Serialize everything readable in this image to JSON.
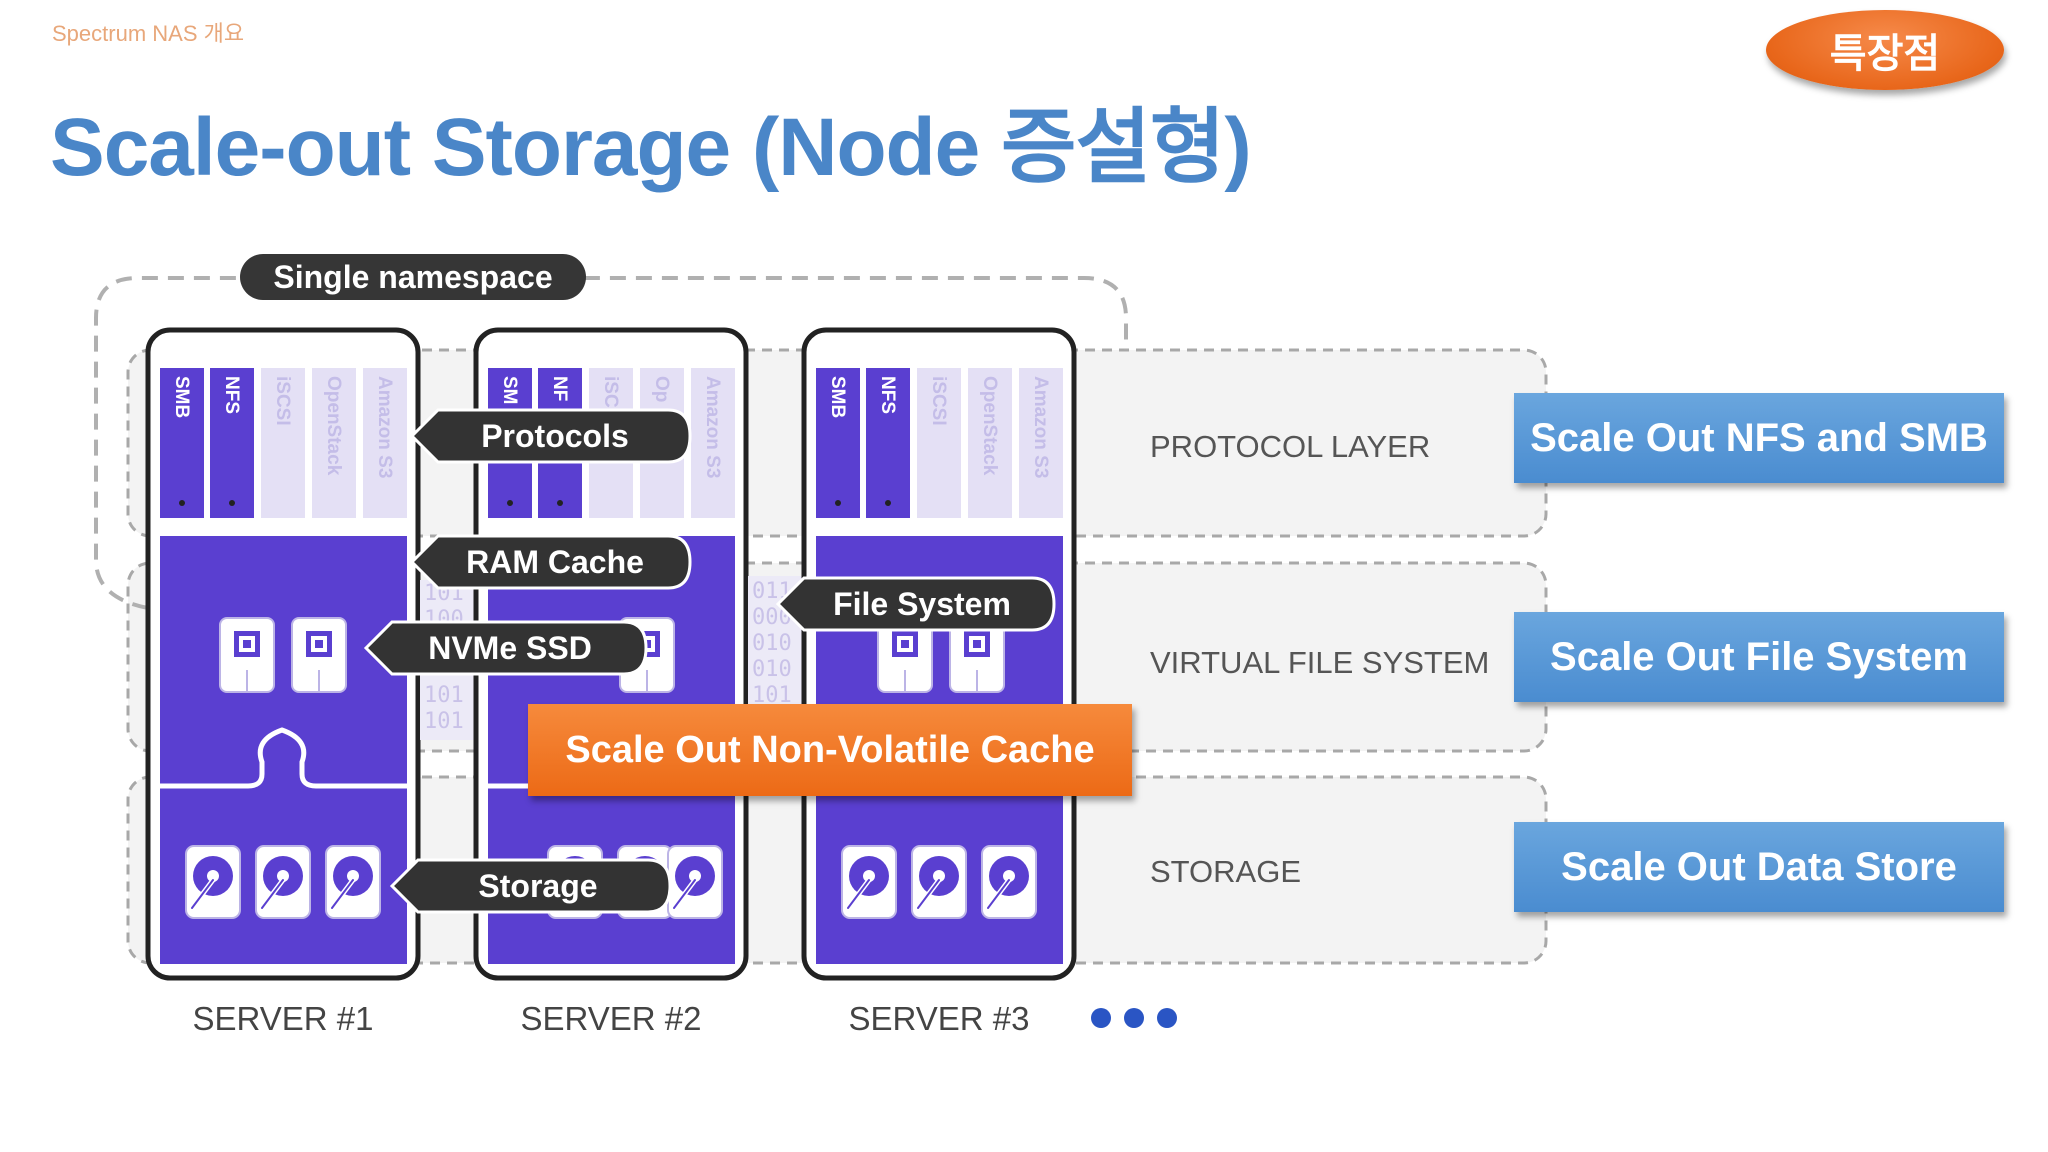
{
  "header": {
    "subtitle": "Spectrum NAS 개요",
    "title": "Scale-out Storage (Node 증설형)",
    "badge": "특장점"
  },
  "diagram": {
    "namespace_label": "Single namespace",
    "protocols": [
      "SMB",
      "NFS",
      "iSCSI",
      "OpenStack",
      "Amazon S3"
    ],
    "server2_protocols": [
      "SM",
      "NF",
      "iSC",
      "Op",
      "Amazon S3"
    ],
    "callouts": {
      "protocols": "Protocols",
      "ram_cache": "RAM Cache",
      "nvme_ssd": "NVMe SSD",
      "file_system": "File System",
      "storage": "Storage"
    },
    "binary_left": [
      "101",
      "100",
      "101",
      "101"
    ],
    "binary_right": [
      "011",
      "000",
      "010",
      "010",
      "101"
    ],
    "layers": {
      "protocol": "PROTOCOL LAYER",
      "vfs": "VIRTUAL FILE SYSTEM",
      "storage": "STORAGE"
    },
    "servers": [
      "SERVER #1",
      "SERVER #2",
      "SERVER #3"
    ],
    "highlight": "Scale Out Non-Volatile Cache",
    "colors": {
      "server_purple": "#5a3fd0",
      "protocol_light": "#d8d3f0",
      "callout_dark": "#333333",
      "dots": "#2a55c4"
    }
  },
  "features": {
    "nfs_smb": "Scale Out NFS and SMB",
    "file_system": "Scale Out File System",
    "data_store": "Scale Out Data Store"
  }
}
